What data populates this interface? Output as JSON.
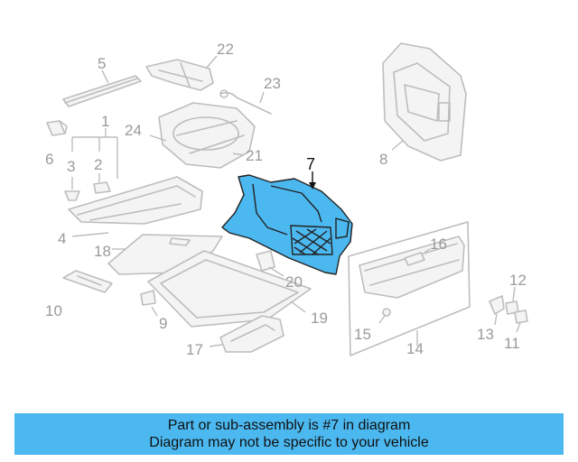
{
  "diagram": {
    "highlight_color": "#4cb8f0",
    "highlight_part": "7",
    "callouts": [
      "1",
      "2",
      "3",
      "4",
      "5",
      "6",
      "7",
      "8",
      "9",
      "10",
      "11",
      "12",
      "13",
      "14",
      "15",
      "16",
      "17",
      "18",
      "19",
      "20",
      "21",
      "22",
      "23",
      "24"
    ]
  },
  "banner": {
    "line1": "Part or sub-assembly is #7 in diagram",
    "line2": "Diagram may not be specific to your vehicle",
    "background": "#4cb8f0"
  }
}
